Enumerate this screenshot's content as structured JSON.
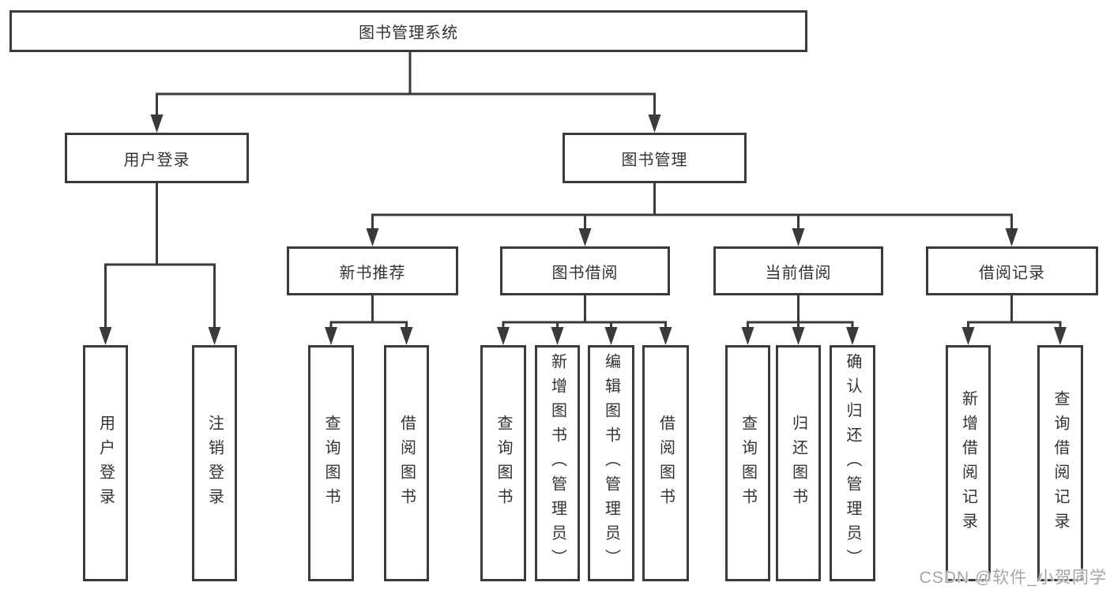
{
  "tree": {
    "root": "图书管理系统",
    "branches": [
      {
        "label": "用户登录",
        "leaves": [
          "用户登录",
          "注销登录"
        ]
      },
      {
        "label": "图书管理",
        "sections": [
          {
            "label": "新书推荐",
            "leaves": [
              "查询图书",
              "借阅图书"
            ]
          },
          {
            "label": "图书借阅",
            "leaves": [
              "查询图书",
              "新增图书（管理员）",
              "编辑图书（管理员）",
              "借阅图书"
            ]
          },
          {
            "label": "当前借阅",
            "leaves": [
              "查询图书",
              "归还图书",
              "确认归还（管理员）"
            ]
          },
          {
            "label": "借阅记录",
            "leaves": [
              "新增借阅记录",
              "查询借阅记录"
            ]
          }
        ]
      }
    ]
  },
  "watermark": {
    "text": "CSDN @软件_小贺同学"
  },
  "colors": {
    "line": "#3a3a3a",
    "text": "#333333",
    "background": "#ffffff",
    "watermark": "#a5a5a5"
  }
}
